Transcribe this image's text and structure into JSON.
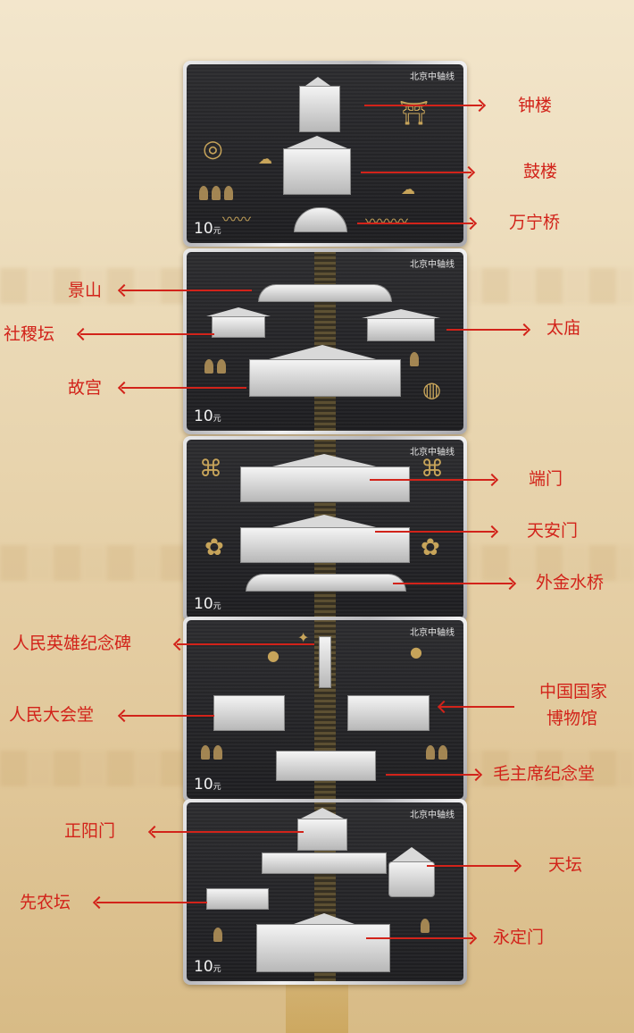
{
  "coin_title": "北京中轴线",
  "coin_denomination": {
    "number": "10",
    "unit": "元"
  },
  "labels": {
    "zhonglou": "钟楼",
    "gulou": "鼓楼",
    "wanningqiao": "万宁桥",
    "jingshan": "景山",
    "shejitan": "社稷坛",
    "taimiao": "太庙",
    "gugong": "故宫",
    "duanmen": "端门",
    "tiananmen": "天安门",
    "waijinshuiqiao": "外金水桥",
    "monument": "人民英雄纪念碑",
    "great_hall": "人民大会堂",
    "museum_line1": "中国国家",
    "museum_line2": "博物馆",
    "mausoleum": "毛主席纪念堂",
    "zhengyangmen": "正阳门",
    "tiantan": "天坛",
    "xiannongtan": "先农坛",
    "yongdingmen": "永定门"
  },
  "colors": {
    "label_red": "#d2231a",
    "coin_face": "#242427",
    "gold_accent": "#c7a45a",
    "background": "#ead8b4"
  }
}
